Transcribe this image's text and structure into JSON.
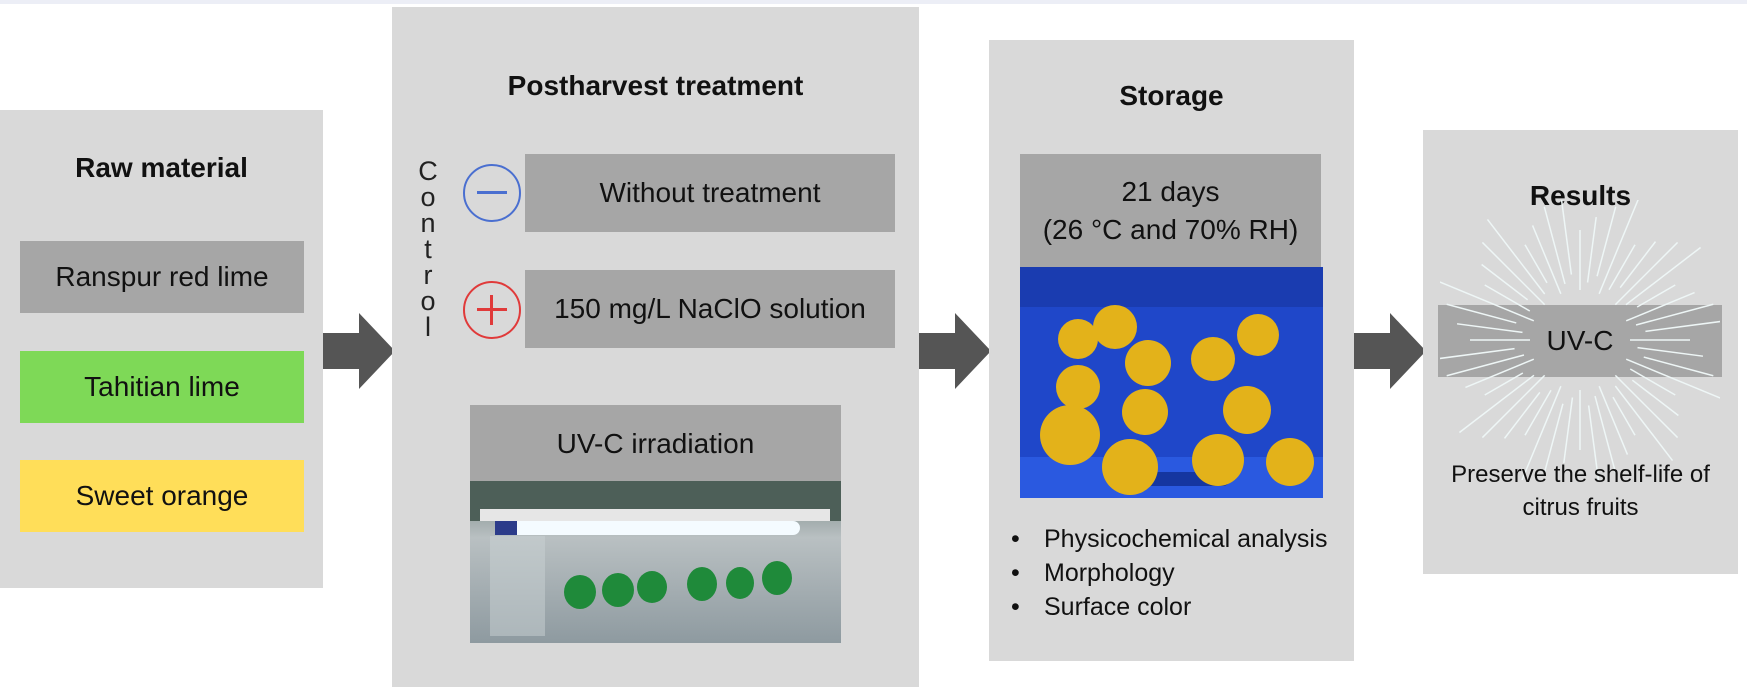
{
  "raw_material": {
    "title": "Raw material",
    "items": [
      {
        "label": "Ranspur red lime",
        "color": "#a6a6a6"
      },
      {
        "label": "Tahitian lime",
        "color": "#7ed957"
      },
      {
        "label": "Sweet orange",
        "color": "#ffde59"
      }
    ]
  },
  "postharvest": {
    "title": "Postharvest treatment",
    "control_label": "Control",
    "negative": {
      "label": "Without treatment",
      "icon": "minus-circle-icon",
      "color": "#4a6fd0"
    },
    "positive": {
      "label": "150 mg/L NaClO solution",
      "icon": "plus-circle-icon",
      "color": "#e03a3a"
    },
    "uvc": {
      "label": "UV-C irradiation"
    }
  },
  "storage": {
    "title": "Storage",
    "condition_line1": "21 days",
    "condition_line2": "(26 °C and 70% RH)",
    "analyses": [
      "Physicochemical analysis",
      "Morphology",
      "Surface color"
    ]
  },
  "results": {
    "title": "Results",
    "badge": "UV-C",
    "conclusion": "Preserve the shelf-life of citrus fruits"
  }
}
